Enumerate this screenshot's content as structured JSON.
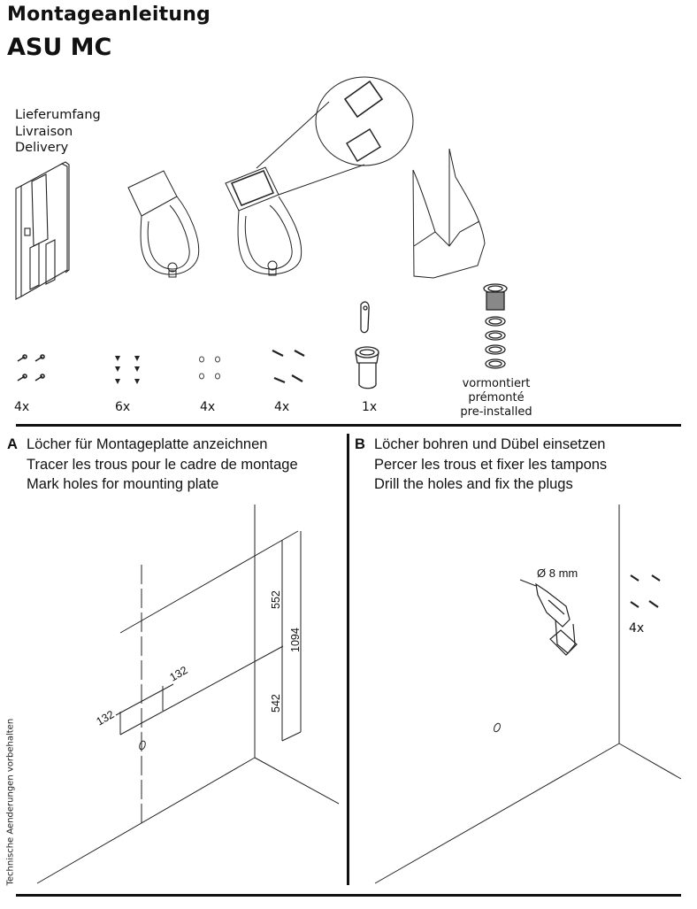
{
  "header": {
    "title": "Montageanleitung",
    "product": "ASU MC"
  },
  "delivery": {
    "labels": [
      "Lieferumfang",
      "Livraison",
      "Delivery"
    ],
    "parts": [
      {
        "icon": "mounting-plate-icon",
        "qty": ""
      },
      {
        "icon": "urinal-icon",
        "qty": ""
      },
      {
        "icon": "urinal-with-sensor-window-icon",
        "qty": ""
      },
      {
        "icon": "cover-shield-icon",
        "qty": ""
      },
      {
        "icon": "screws-icon",
        "qty": "4x"
      },
      {
        "icon": "small-screws-icon",
        "qty": "6x"
      },
      {
        "icon": "washers-icon",
        "qty": "4x"
      },
      {
        "icon": "dowels-icon",
        "qty": "4x"
      },
      {
        "icon": "siphon-icon",
        "qty": "1x"
      },
      {
        "icon": "drain-set-icon",
        "qty": ""
      }
    ],
    "preinstalled": [
      "vormontiert",
      "prémonté",
      "pre-installed"
    ]
  },
  "steps": [
    {
      "letter": "A",
      "lines": [
        "Löcher für Montageplatte anzeichnen",
        "Tracer les trous pour le cadre de montage",
        "Mark holes for mounting plate"
      ],
      "dimensions": {
        "upper": "552",
        "lower": "542",
        "total": "1094",
        "left_offset": "132",
        "right_offset": "132"
      }
    },
    {
      "letter": "B",
      "lines": [
        "Löcher bohren und Dübel einsetzen",
        "Percer les trous et fixer les tampons",
        "Drill the holes and fix the plugs"
      ],
      "drill_size": "Ø 8 mm",
      "dowel_qty": "4x"
    }
  ],
  "footer": {
    "side_note": "Technische Aenderungen vorbehalten"
  }
}
